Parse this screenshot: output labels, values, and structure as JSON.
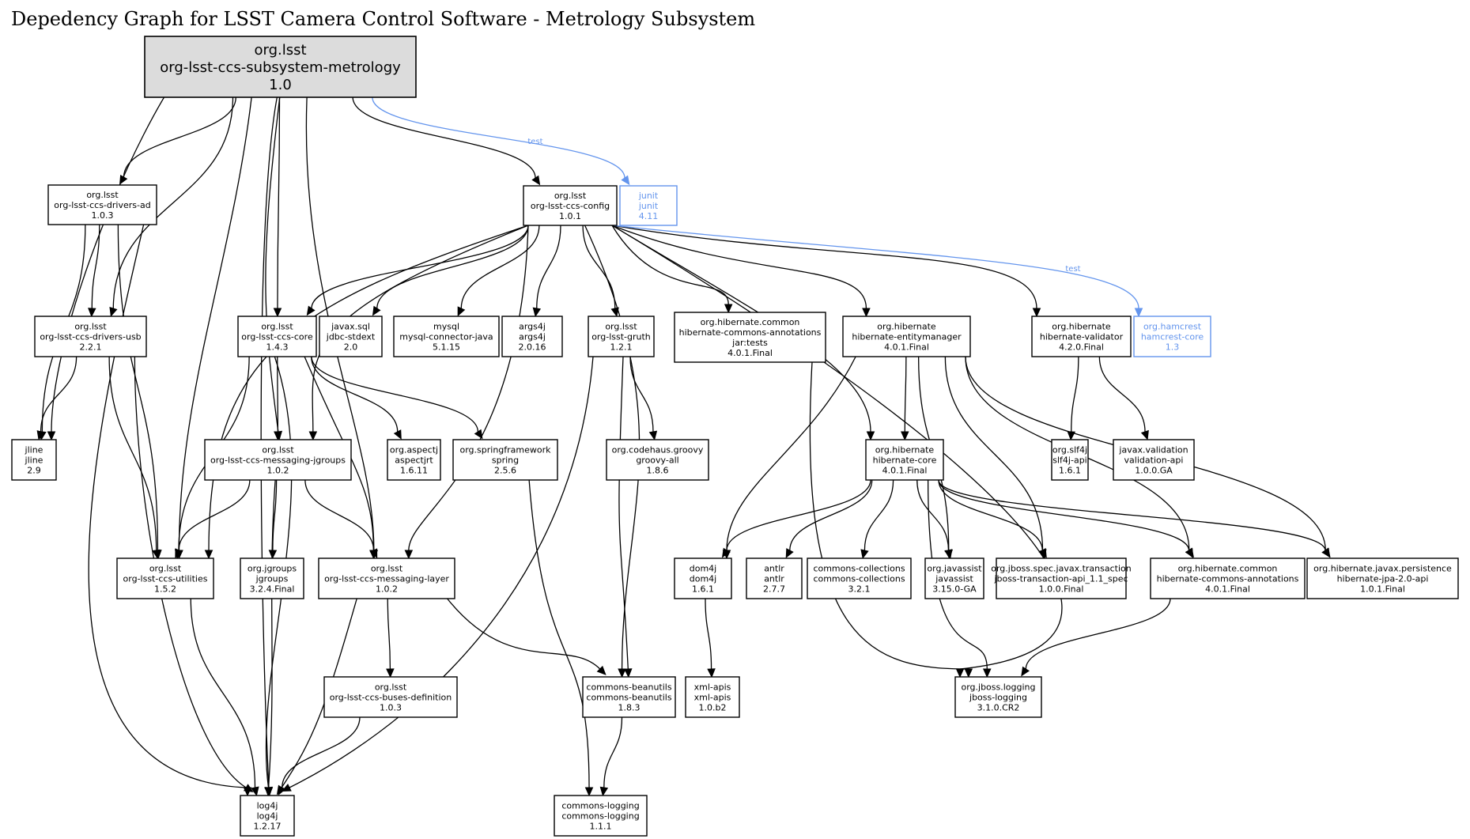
{
  "title": "Depedency Graph for LSST Camera Control Software - Metrology Subsystem",
  "colors": {
    "default": "#000000",
    "test": "#6495ed",
    "root_fill": "#dcdcdc"
  },
  "nodes": [
    {
      "id": "root",
      "lines": [
        "org.lsst",
        "org-lsst-ccs-subsystem-metrology",
        "1.0"
      ],
      "kind": "root"
    },
    {
      "id": "drivers-ad",
      "lines": [
        "org.lsst",
        "org-lsst-ccs-drivers-ad",
        "1.0.3"
      ]
    },
    {
      "id": "config",
      "lines": [
        "org.lsst",
        "org-lsst-ccs-config",
        "1.0.1"
      ]
    },
    {
      "id": "junit",
      "lines": [
        "junit",
        "junit",
        "4.11"
      ],
      "kind": "test"
    },
    {
      "id": "drivers-usb",
      "lines": [
        "org.lsst",
        "org-lsst-ccs-drivers-usb",
        "2.2.1"
      ]
    },
    {
      "id": "core",
      "lines": [
        "org.lsst",
        "org-lsst-ccs-core",
        "1.4.3"
      ]
    },
    {
      "id": "jdbc",
      "lines": [
        "javax.sql",
        "jdbc-stdext",
        "2.0"
      ]
    },
    {
      "id": "mysql",
      "lines": [
        "mysql",
        "mysql-connector-java",
        "5.1.15"
      ]
    },
    {
      "id": "args4j",
      "lines": [
        "args4j",
        "args4j",
        "2.0.16"
      ]
    },
    {
      "id": "gruth",
      "lines": [
        "org.lsst",
        "org-lsst-gruth",
        "1.2.1"
      ]
    },
    {
      "id": "hca-tests",
      "lines": [
        "org.hibernate.common",
        "hibernate-commons-annotations",
        "jar:tests",
        "4.0.1.Final"
      ]
    },
    {
      "id": "entitymanager",
      "lines": [
        "org.hibernate",
        "hibernate-entitymanager",
        "4.0.1.Final"
      ]
    },
    {
      "id": "validator",
      "lines": [
        "org.hibernate",
        "hibernate-validator",
        "4.2.0.Final"
      ]
    },
    {
      "id": "hamcrest",
      "lines": [
        "org.hamcrest",
        "hamcrest-core",
        "1.3"
      ],
      "kind": "test"
    },
    {
      "id": "jline",
      "lines": [
        "jline",
        "jline",
        "2.9"
      ]
    },
    {
      "id": "jgroups-msg",
      "lines": [
        "org.lsst",
        "org-lsst-ccs-messaging-jgroups",
        "1.0.2"
      ]
    },
    {
      "id": "aspectj",
      "lines": [
        "org.aspectj",
        "aspectjrt",
        "1.6.11"
      ]
    },
    {
      "id": "spring",
      "lines": [
        "org.springframework",
        "spring",
        "2.5.6"
      ]
    },
    {
      "id": "groovy",
      "lines": [
        "org.codehaus.groovy",
        "groovy-all",
        "1.8.6"
      ]
    },
    {
      "id": "hib-core",
      "lines": [
        "org.hibernate",
        "hibernate-core",
        "4.0.1.Final"
      ]
    },
    {
      "id": "slf4j",
      "lines": [
        "org.slf4j",
        "slf4j-api",
        "1.6.1"
      ]
    },
    {
      "id": "validation-api",
      "lines": [
        "javax.validation",
        "validation-api",
        "1.0.0.GA"
      ]
    },
    {
      "id": "utilities",
      "lines": [
        "org.lsst",
        "org-lsst-ccs-utilities",
        "1.5.2"
      ]
    },
    {
      "id": "jgroups",
      "lines": [
        "org.jgroups",
        "jgroups",
        "3.2.4.Final"
      ]
    },
    {
      "id": "msg-layer",
      "lines": [
        "org.lsst",
        "org-lsst-ccs-messaging-layer",
        "1.0.2"
      ]
    },
    {
      "id": "dom4j",
      "lines": [
        "dom4j",
        "dom4j",
        "1.6.1"
      ]
    },
    {
      "id": "antlr",
      "lines": [
        "antlr",
        "antlr",
        "2.7.7"
      ]
    },
    {
      "id": "collections",
      "lines": [
        "commons-collections",
        "commons-collections",
        "3.2.1"
      ]
    },
    {
      "id": "javassist",
      "lines": [
        "org.javassist",
        "javassist",
        "3.15.0-GA"
      ]
    },
    {
      "id": "jta",
      "lines": [
        "org.jboss.spec.javax.transaction",
        "jboss-transaction-api_1.1_spec",
        "1.0.0.Final"
      ]
    },
    {
      "id": "hca",
      "lines": [
        "org.hibernate.common",
        "hibernate-commons-annotations",
        "4.0.1.Final"
      ]
    },
    {
      "id": "jpa",
      "lines": [
        "org.hibernate.javax.persistence",
        "hibernate-jpa-2.0-api",
        "1.0.1.Final"
      ]
    },
    {
      "id": "buses",
      "lines": [
        "org.lsst",
        "org-lsst-ccs-buses-definition",
        "1.0.3"
      ]
    },
    {
      "id": "beanutils",
      "lines": [
        "commons-beanutils",
        "commons-beanutils",
        "1.8.3"
      ]
    },
    {
      "id": "xml-apis",
      "lines": [
        "xml-apis",
        "xml-apis",
        "1.0.b2"
      ]
    },
    {
      "id": "jboss-logging",
      "lines": [
        "org.jboss.logging",
        "jboss-logging",
        "3.1.0.CR2"
      ]
    },
    {
      "id": "log4j",
      "lines": [
        "log4j",
        "log4j",
        "1.2.17"
      ]
    },
    {
      "id": "commons-logging",
      "lines": [
        "commons-logging",
        "commons-logging",
        "1.1.1"
      ]
    }
  ],
  "edges": [
    {
      "from": "root",
      "to": "drivers-ad"
    },
    {
      "from": "root",
      "to": "drivers-usb"
    },
    {
      "from": "root",
      "to": "jline"
    },
    {
      "from": "root",
      "to": "utilities"
    },
    {
      "from": "root",
      "to": "jgroups-msg"
    },
    {
      "from": "root",
      "to": "msg-layer"
    },
    {
      "from": "root",
      "to": "log4j"
    },
    {
      "from": "root",
      "to": "core"
    },
    {
      "from": "root",
      "to": "config"
    },
    {
      "from": "root",
      "to": "junit",
      "label": "test",
      "kind": "test"
    },
    {
      "from": "drivers-ad",
      "to": "drivers-usb"
    },
    {
      "from": "drivers-ad",
      "to": "jline"
    },
    {
      "from": "drivers-ad",
      "to": "utilities"
    },
    {
      "from": "drivers-ad",
      "to": "log4j"
    },
    {
      "from": "drivers-usb",
      "to": "jline"
    },
    {
      "from": "drivers-usb",
      "to": "utilities"
    },
    {
      "from": "drivers-usb",
      "to": "log4j"
    },
    {
      "from": "config",
      "to": "core"
    },
    {
      "from": "config",
      "to": "jdbc"
    },
    {
      "from": "config",
      "to": "mysql"
    },
    {
      "from": "config",
      "to": "args4j"
    },
    {
      "from": "config",
      "to": "gruth"
    },
    {
      "from": "config",
      "to": "hca-tests"
    },
    {
      "from": "config",
      "to": "entitymanager"
    },
    {
      "from": "config",
      "to": "validator"
    },
    {
      "from": "config",
      "to": "hamcrest",
      "label": "test",
      "kind": "test"
    },
    {
      "from": "config",
      "to": "hib-core"
    },
    {
      "from": "config",
      "to": "utilities"
    },
    {
      "from": "config",
      "to": "jgroups-msg"
    },
    {
      "from": "config",
      "to": "msg-layer"
    },
    {
      "from": "config",
      "to": "beanutils"
    },
    {
      "from": "config",
      "to": "jboss-logging"
    },
    {
      "from": "core",
      "to": "jgroups-msg"
    },
    {
      "from": "core",
      "to": "aspectj"
    },
    {
      "from": "core",
      "to": "spring"
    },
    {
      "from": "core",
      "to": "utilities"
    },
    {
      "from": "core",
      "to": "msg-layer"
    },
    {
      "from": "core",
      "to": "log4j"
    },
    {
      "from": "gruth",
      "to": "groovy"
    },
    {
      "from": "gruth",
      "to": "beanutils"
    },
    {
      "from": "gruth",
      "to": "log4j"
    },
    {
      "from": "hca-tests",
      "to": "jboss-logging"
    },
    {
      "from": "entitymanager",
      "to": "hib-core"
    },
    {
      "from": "entitymanager",
      "to": "dom4j"
    },
    {
      "from": "entitymanager",
      "to": "javassist"
    },
    {
      "from": "entitymanager",
      "to": "jta"
    },
    {
      "from": "entitymanager",
      "to": "hca"
    },
    {
      "from": "entitymanager",
      "to": "jpa"
    },
    {
      "from": "validator",
      "to": "slf4j"
    },
    {
      "from": "validator",
      "to": "validation-api"
    },
    {
      "from": "jgroups-msg",
      "to": "utilities"
    },
    {
      "from": "jgroups-msg",
      "to": "jgroups"
    },
    {
      "from": "jgroups-msg",
      "to": "msg-layer"
    },
    {
      "from": "jgroups-msg",
      "to": "log4j"
    },
    {
      "from": "spring",
      "to": "commons-logging"
    },
    {
      "from": "hib-core",
      "to": "dom4j"
    },
    {
      "from": "hib-core",
      "to": "antlr"
    },
    {
      "from": "hib-core",
      "to": "collections"
    },
    {
      "from": "hib-core",
      "to": "javassist"
    },
    {
      "from": "hib-core",
      "to": "jta"
    },
    {
      "from": "hib-core",
      "to": "hca"
    },
    {
      "from": "hib-core",
      "to": "jpa"
    },
    {
      "from": "hib-core",
      "to": "jboss-logging"
    },
    {
      "from": "utilities",
      "to": "log4j"
    },
    {
      "from": "msg-layer",
      "to": "buses"
    },
    {
      "from": "msg-layer",
      "to": "beanutils"
    },
    {
      "from": "msg-layer",
      "to": "log4j"
    },
    {
      "from": "dom4j",
      "to": "xml-apis"
    },
    {
      "from": "hca",
      "to": "jboss-logging"
    },
    {
      "from": "buses",
      "to": "log4j"
    },
    {
      "from": "beanutils",
      "to": "commons-logging"
    }
  ]
}
